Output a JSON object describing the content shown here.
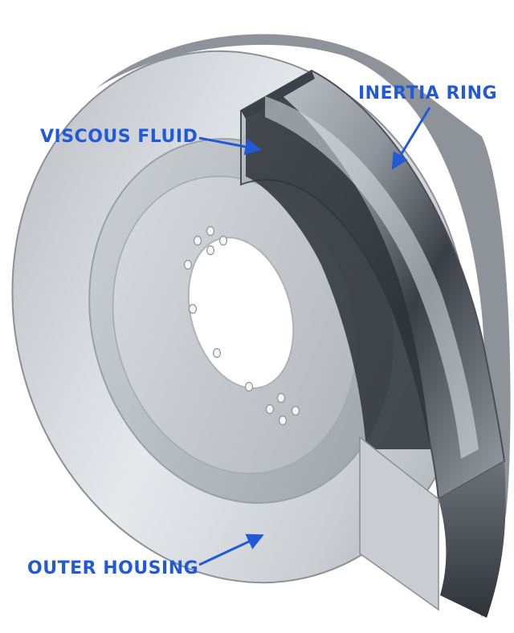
{
  "labels": {
    "inertia_ring": "INERTIA RING",
    "viscous_fluid": "VISCOUS FLUID",
    "outer_housing": "OUTER HOUSING"
  },
  "colors": {
    "label_text": "#2159d6",
    "arrow": "#2159d6",
    "metal_light": "#e3e6ea",
    "metal_mid": "#a9adb3",
    "metal_dark": "#5b6068",
    "ring_dark": "#2e3338"
  }
}
